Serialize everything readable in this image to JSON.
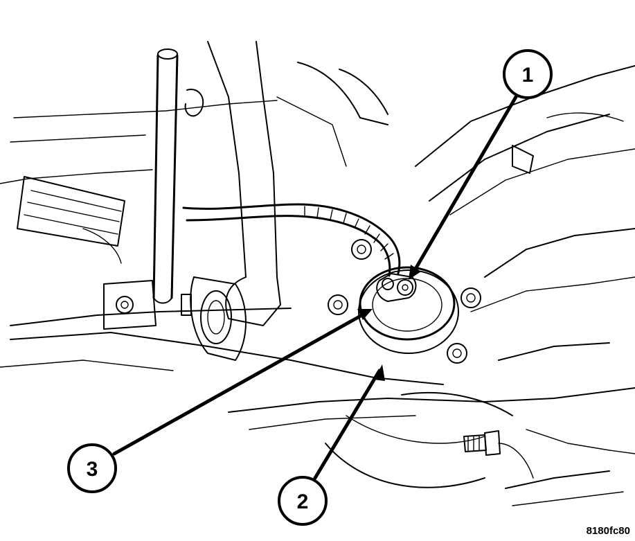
{
  "callouts": [
    {
      "label": "1"
    },
    {
      "label": "2"
    },
    {
      "label": "3"
    }
  ],
  "figure_ref": "8180fc80"
}
